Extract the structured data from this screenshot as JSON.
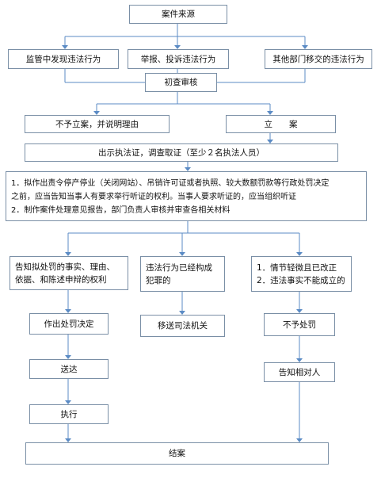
{
  "nodes": {
    "case_source": "案件来源",
    "supervision_found": "监管中发现违法行为",
    "report_complaint": "举报、投诉违法行为",
    "other_departments": "其他部门移交的违法行为",
    "preliminary_review": "初查审核",
    "not_filed": "不予立案，并说明理由",
    "filed": "立　　案",
    "investigation": "出示执法证，调查取证（至少２名执法人员）",
    "decision_steps": [
      "1．拟作出责令停产停业（关闭网站）、吊销许可证或者执照、较大数额罚款等行政处罚决定",
      "之前，应当告知当事人有要求举行听证的权利。当事人要求听证的，应当组织听证",
      "2．制作案件处理意见报告，部门负责人审核并审查各相关材料"
    ],
    "notify_penalty": [
      "告知拟处罚的事实、理由、",
      "依据、和陈述申辩的权利"
    ],
    "crime_constituted": [
      "违法行为已经构成",
      "犯罪的"
    ],
    "minor_cases": [
      "1．情节轻微且已改正",
      "2．违法事实不能成立的"
    ],
    "make_decision": "作出处罚决定",
    "transfer_judicial": "移送司法机关",
    "no_penalty": "不予处罚",
    "deliver": "送达",
    "notify_party": "告知相对人",
    "execute": "执行",
    "close_case": "结案"
  }
}
